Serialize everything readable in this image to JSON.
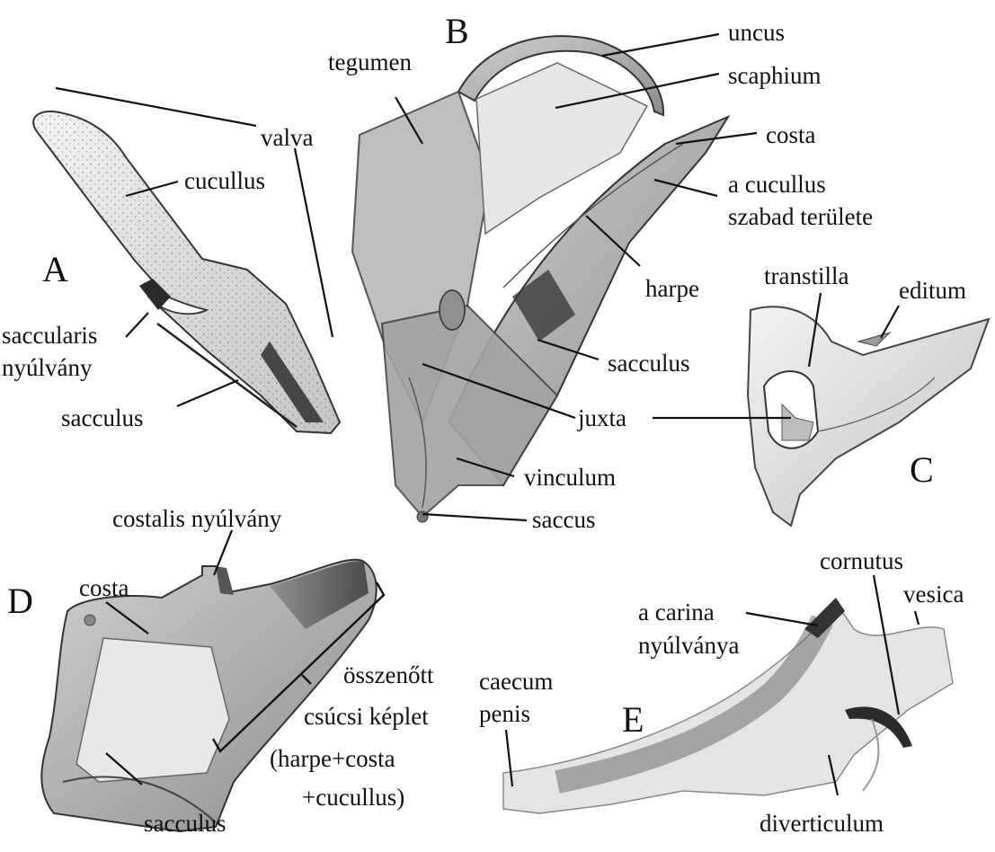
{
  "panels": {
    "A": "A",
    "B": "B",
    "C": "C",
    "D": "D",
    "E": "E"
  },
  "labels": {
    "valva": "valva",
    "cucullus_a": "cucullus",
    "saccularis_1": "saccularis",
    "saccularis_2": "nyúlvány",
    "sacculus_a": "sacculus",
    "tegumen": "tegumen",
    "uncus": "uncus",
    "scaphium": "scaphium",
    "costa_b": "costa",
    "cucullus_free_1": "a cucullus",
    "cucullus_free_2": "szabad területe",
    "harpe": "harpe",
    "sacculus_b": "sacculus",
    "juxta": "juxta",
    "vinculum": "vinculum",
    "saccus": "saccus",
    "transtilla": "transtilla",
    "editum": "editum",
    "costalis": "costalis nyúlvány",
    "costa_d": "costa",
    "fused_1": "összenőtt",
    "fused_2": "csúcsi képlet",
    "fused_3": "(harpe+costa",
    "fused_4": "+cucullus)",
    "sacculus_d": "sacculus",
    "caecum_1": "caecum",
    "caecum_2": "penis",
    "carina_1": "a carina",
    "carina_2": "nyúlványa",
    "cornutus": "cornutus",
    "vesica": "vesica",
    "diverticulum": "diverticulum"
  }
}
